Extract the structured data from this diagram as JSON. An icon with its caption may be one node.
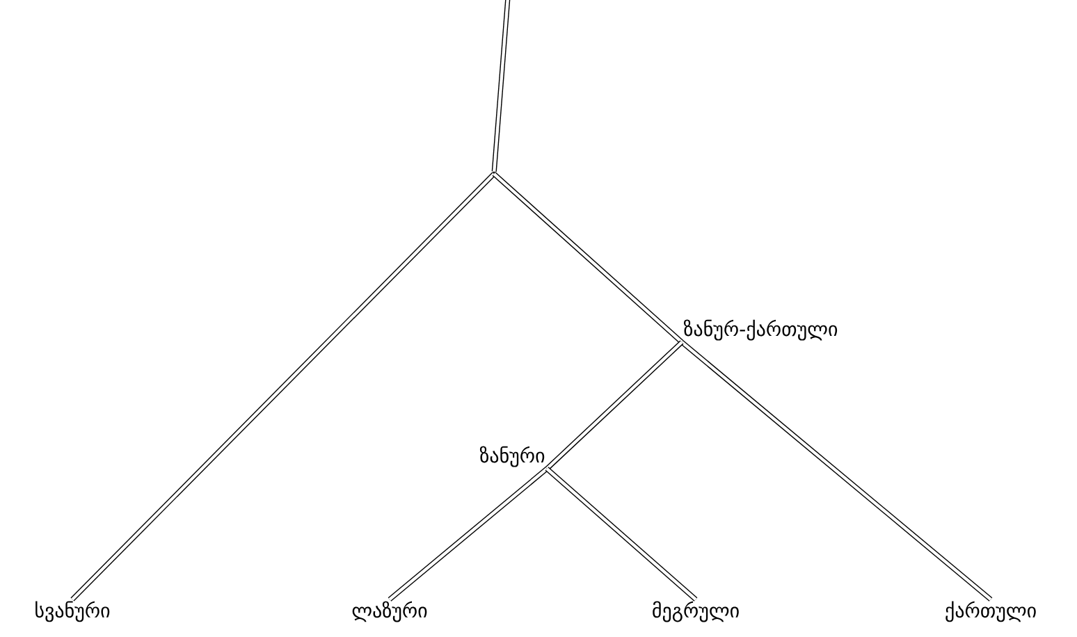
{
  "diagram": {
    "nodes": [
      {
        "text": [],
        "shape": "point"
      },
      {
        "text": [
          "ზანურ-ქართული"
        ]
      },
      {
        "text": [
          "ზანური"
        ]
      },
      {
        "text": [
          "სვანური"
        ]
      },
      {
        "text": [
          "ლაზური"
        ]
      },
      {
        "text": [
          "მეგრული"
        ]
      },
      {
        "text": [
          "ქართული"
        ]
      }
    ],
    "edges": [
      {
        "from": null,
        "to": 0,
        "arrow": "none"
      },
      {
        "from": 0,
        "to": 3,
        "arrow": "none"
      },
      {
        "from": 0,
        "to": 1,
        "arrow": "none"
      },
      {
        "from": 1,
        "to": 6,
        "arrow": "none"
      },
      {
        "from": 1,
        "to": 2,
        "arrow": "none"
      },
      {
        "from": 2,
        "to": 4,
        "arrow": "none"
      },
      {
        "from": 2,
        "to": 5,
        "arrow": "none"
      }
    ]
  }
}
